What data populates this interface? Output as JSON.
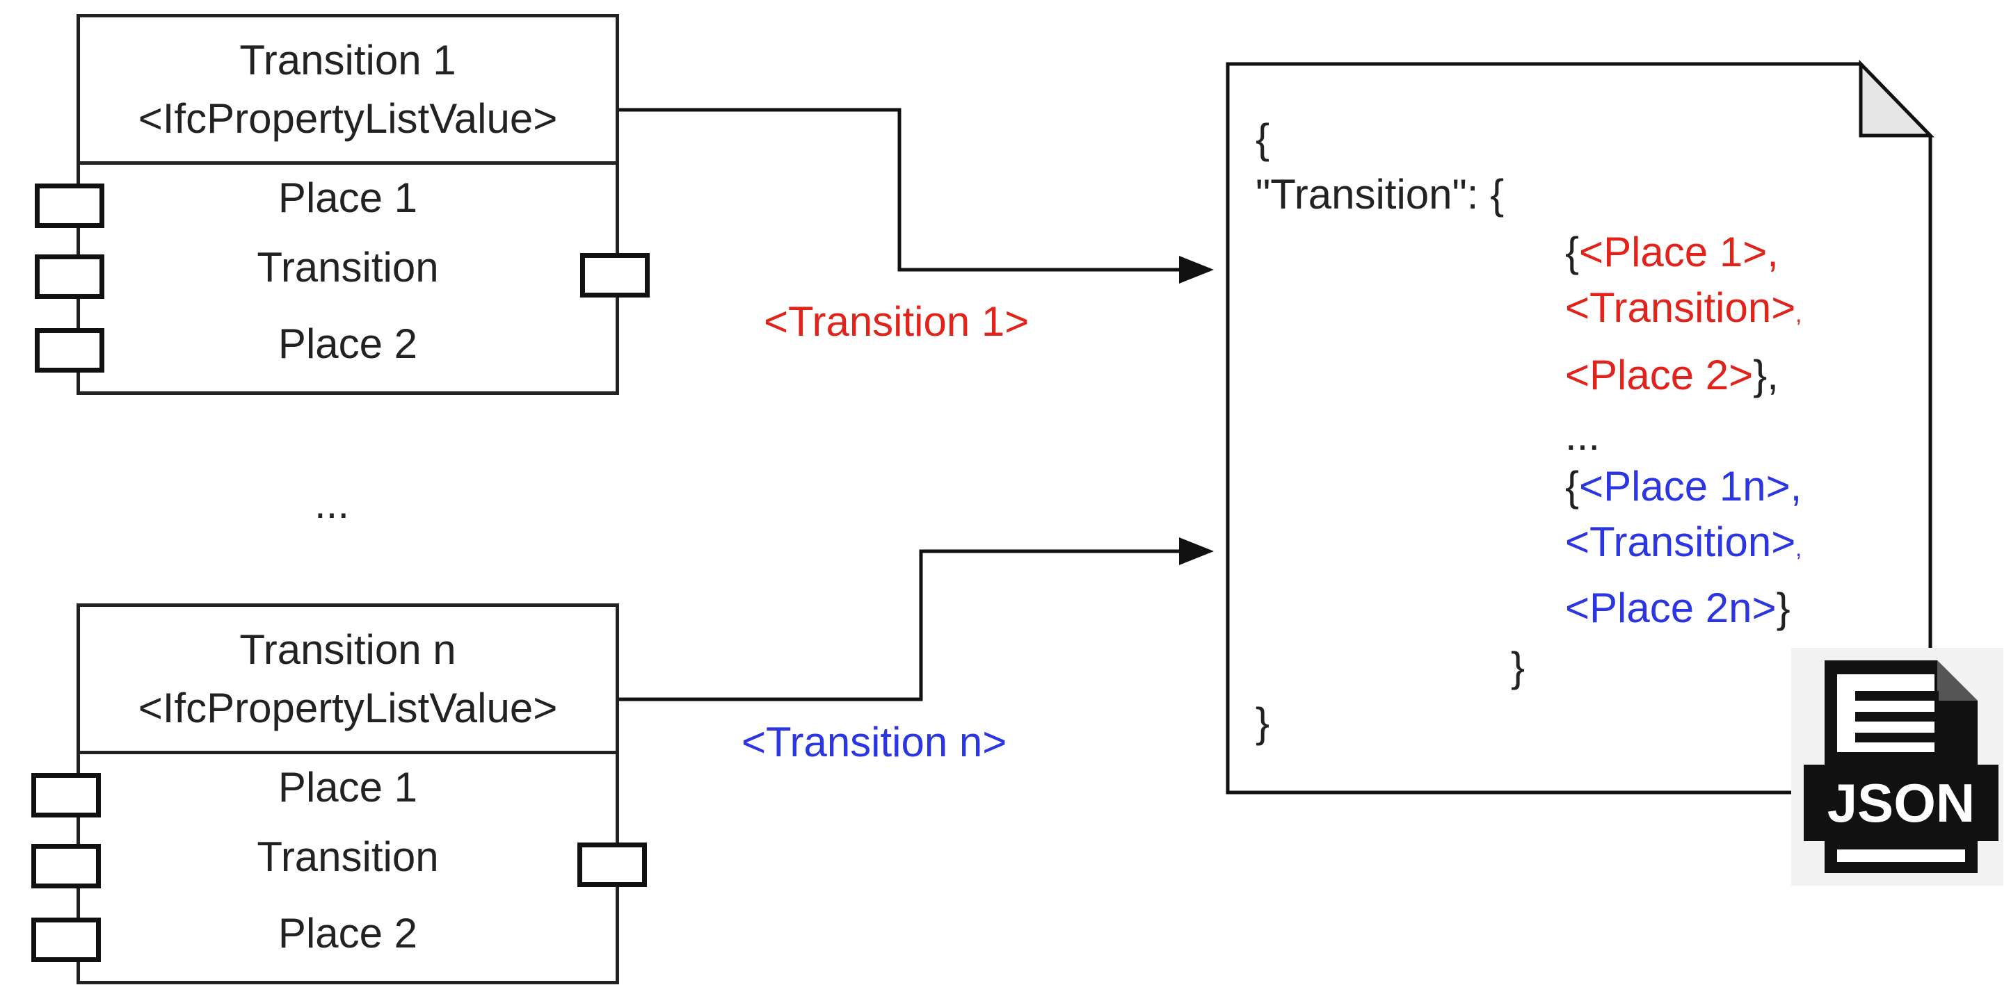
{
  "block1": {
    "title": "Transition 1",
    "type": "<IfcPropertyListValue>",
    "rows": [
      "Place 1",
      "Transition",
      "Place 2"
    ]
  },
  "block2": {
    "title": "Transition n",
    "type": "<IfcPropertyListValue>",
    "rows": [
      "Place 1",
      "Transition",
      "Place 2"
    ]
  },
  "ellipsis": "...",
  "edges": {
    "label1": "<Transition 1>",
    "label2": "<Transition n>"
  },
  "document": {
    "open_brace": "{",
    "key_line": "\"Transition\": {",
    "group1": {
      "brace_open": "{",
      "place1": "<Place 1>,",
      "transition": "<Transition>",
      "comma_small": ",",
      "place2": "<Place 2>",
      "brace_close": "},"
    },
    "ellipsis": "...",
    "group2": {
      "brace_open": "{",
      "place1": "<Place 1n>,",
      "transition": "<Transition>",
      "comma_small": ",",
      "place2": "<Place 2n>",
      "brace_close": "}"
    },
    "inner_close": "}",
    "outer_close": "}"
  },
  "json_icon": {
    "label": "JSON"
  },
  "colors": {
    "red": "#e0241c",
    "blue": "#2b35e0"
  }
}
